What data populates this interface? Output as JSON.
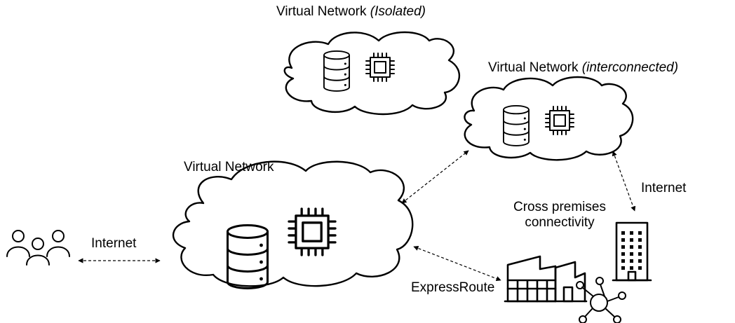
{
  "labels": {
    "isolated_prefix": "Virtual Network ",
    "isolated_suffix": "(Isolated)",
    "interconnected_prefix": "Virtual Network ",
    "interconnected_suffix": "(interconnected)",
    "main": "Virtual Network",
    "internet_left": "Internet",
    "internet_right": "Internet",
    "cross_premises_line1": "Cross premises",
    "cross_premises_line2": "connectivity",
    "expressroute": "ExpressRoute"
  },
  "icons": [
    "database-icon",
    "cpu-chip-icon",
    "users-icon",
    "office-building-icon",
    "factory-icon",
    "network-hub-icon",
    "cloud-icon"
  ]
}
